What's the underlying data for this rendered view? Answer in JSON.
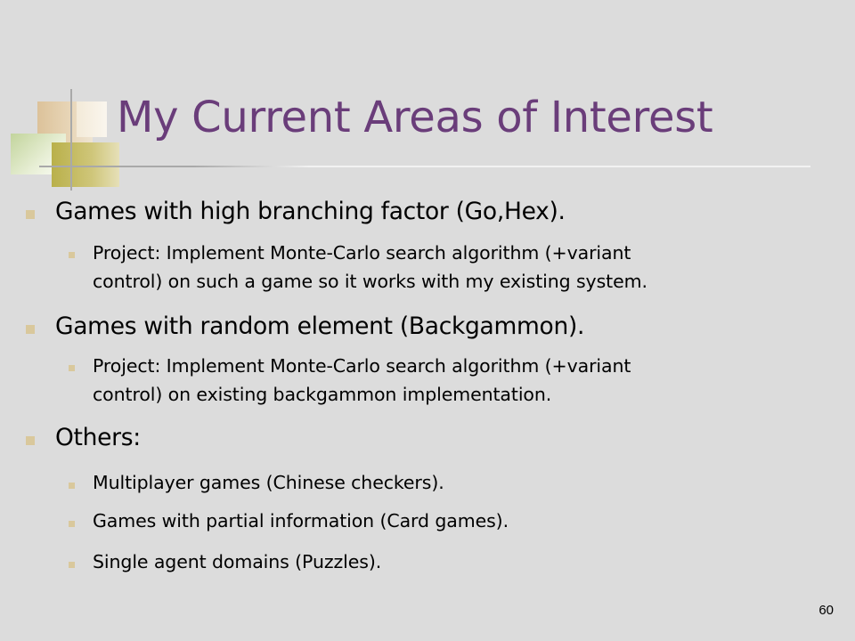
{
  "slide": {
    "title": "My Current Areas of Interest",
    "page_number": "60",
    "bullets": [
      {
        "text": "Games with high branching factor (Go,Hex).",
        "sub": [
          {
            "line1": "Project: Implement Monte-Carlo search algorithm (+variant",
            "line2": "control) on such a game so it works with my existing system."
          }
        ]
      },
      {
        "text": "Games with random element (Backgammon).",
        "sub": [
          {
            "line1": "Project: Implement Monte-Carlo search algorithm (+variant",
            "line2": "control) on existing backgammon implementation."
          }
        ]
      },
      {
        "text": "Others:",
        "sub": [
          {
            "line1": "Multiplayer games (Chinese checkers)."
          },
          {
            "line1": "Games with partial information (Card games)."
          },
          {
            "line1": "Single agent domains (Puzzles)."
          }
        ]
      }
    ]
  },
  "colors": {
    "background": "#dcdcdc",
    "title": "#6a3d7a",
    "bullet": "#d9c89c",
    "text": "#000000"
  }
}
